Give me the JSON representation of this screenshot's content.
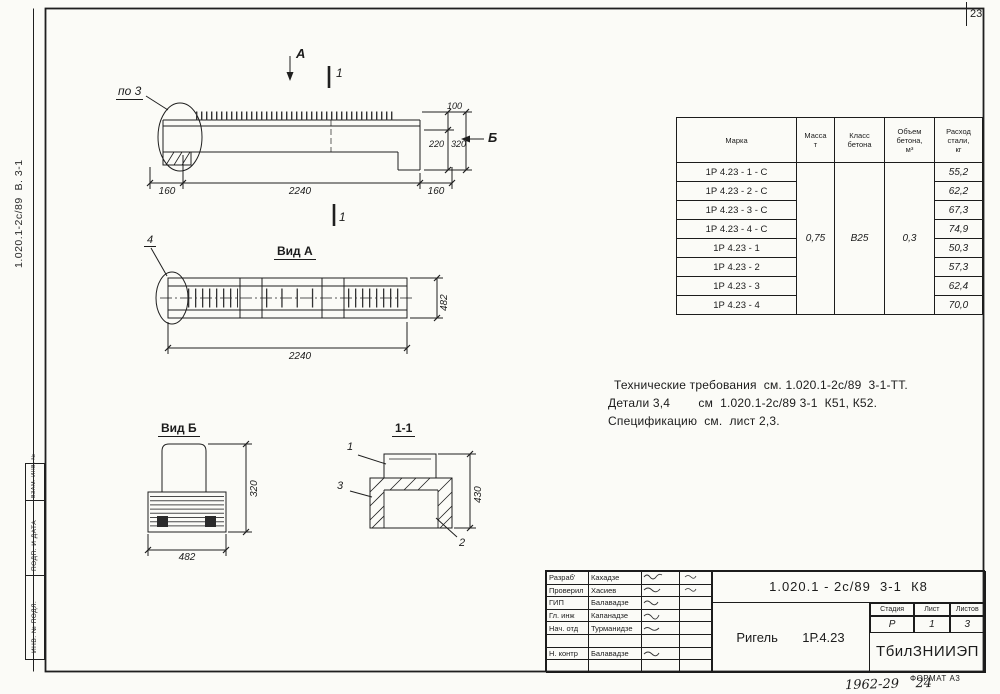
{
  "page": {
    "number": "23",
    "format_label": "ФОРМАТ А3",
    "handwritten_note": "1962-29    24"
  },
  "side_margin": {
    "doc_ref": "1.020.1-2с/89  В. 3-1",
    "boxes": [
      "ВЗАМ. ИНВ. №",
      "ПОДП. И ДАТА",
      "ИНВ. № ПОДЛ."
    ]
  },
  "views": {
    "detail_label": "по 3",
    "dir_a": "А",
    "dir_b": "Б",
    "section_cut_top": "1",
    "section_cut_bottom": "1",
    "view_a": "Вид А",
    "view_b": "Вид Б",
    "section_title": "1-1",
    "callout_4": "4",
    "callout_1": "1",
    "callout_2": "2",
    "callout_3": "3"
  },
  "dims": {
    "elev_left": "160",
    "elev_span": "2240",
    "elev_right": "160",
    "h100": "100",
    "h220": "220",
    "h320": "320",
    "plan_span": "2240",
    "plan_width": "482",
    "vb_height": "320",
    "vb_width": "482",
    "sec_height": "430"
  },
  "notes": {
    "line1": "Технические требования  см. 1.020.1-2с/89  3-1-ТТ.",
    "line2": "Детали 3,4        см  1.020.1-2с/89 3-1  К51, К52.",
    "line3": "Спецификацию  см.  лист 2,3."
  },
  "spec_table": {
    "col_mark": "Марка",
    "col_mass": "Масса\nт",
    "col_class": "Класс\nбетона",
    "col_volume": "Объем\nбетона,\nм³",
    "col_steel": "Расход\nстали,\nкг",
    "mass_value": "0,75",
    "class_value": "В25",
    "volume_value": "0,3",
    "rows": [
      {
        "mark": "1Р 4.23 - 1 - С",
        "steel": "55,2"
      },
      {
        "mark": "1Р 4.23 - 2 - С",
        "steel": "62,2"
      },
      {
        "mark": "1Р 4.23 - 3 - С",
        "steel": "67,3"
      },
      {
        "mark": "1Р 4.23 - 4 - С",
        "steel": "74,9"
      },
      {
        "mark": "1Р 4.23 - 1",
        "steel": "50,3"
      },
      {
        "mark": "1Р 4.23 - 2",
        "steel": "57,3"
      },
      {
        "mark": "1Р 4.23 - 3",
        "steel": "62,4"
      },
      {
        "mark": "1Р 4.23 - 4",
        "steel": "70,0"
      }
    ]
  },
  "title_block": {
    "doc_number": "1.020.1 - 2с/89  3-1  К8",
    "product_name": "Ригель",
    "product_mark": "1Р.4.23",
    "org": "ТбилЗНИИЭП",
    "stage_label": "Стадия",
    "sheet_label": "Лист",
    "sheets_label": "Листов",
    "stage_value": "Р",
    "sheet_value": "1",
    "sheets_value": "3",
    "roles": [
      {
        "role": "Разраб'",
        "name": "Кахадзе"
      },
      {
        "role": "Проверил",
        "name": "Хасиев"
      },
      {
        "role": "ГИП",
        "name": "Балавадзе"
      },
      {
        "role": "Гл. инж",
        "name": "Капанадзе"
      },
      {
        "role": "Нач. отд",
        "name": "Турманидзе"
      },
      {
        "role": "Н. контр",
        "name": "Балавадзе"
      }
    ]
  }
}
